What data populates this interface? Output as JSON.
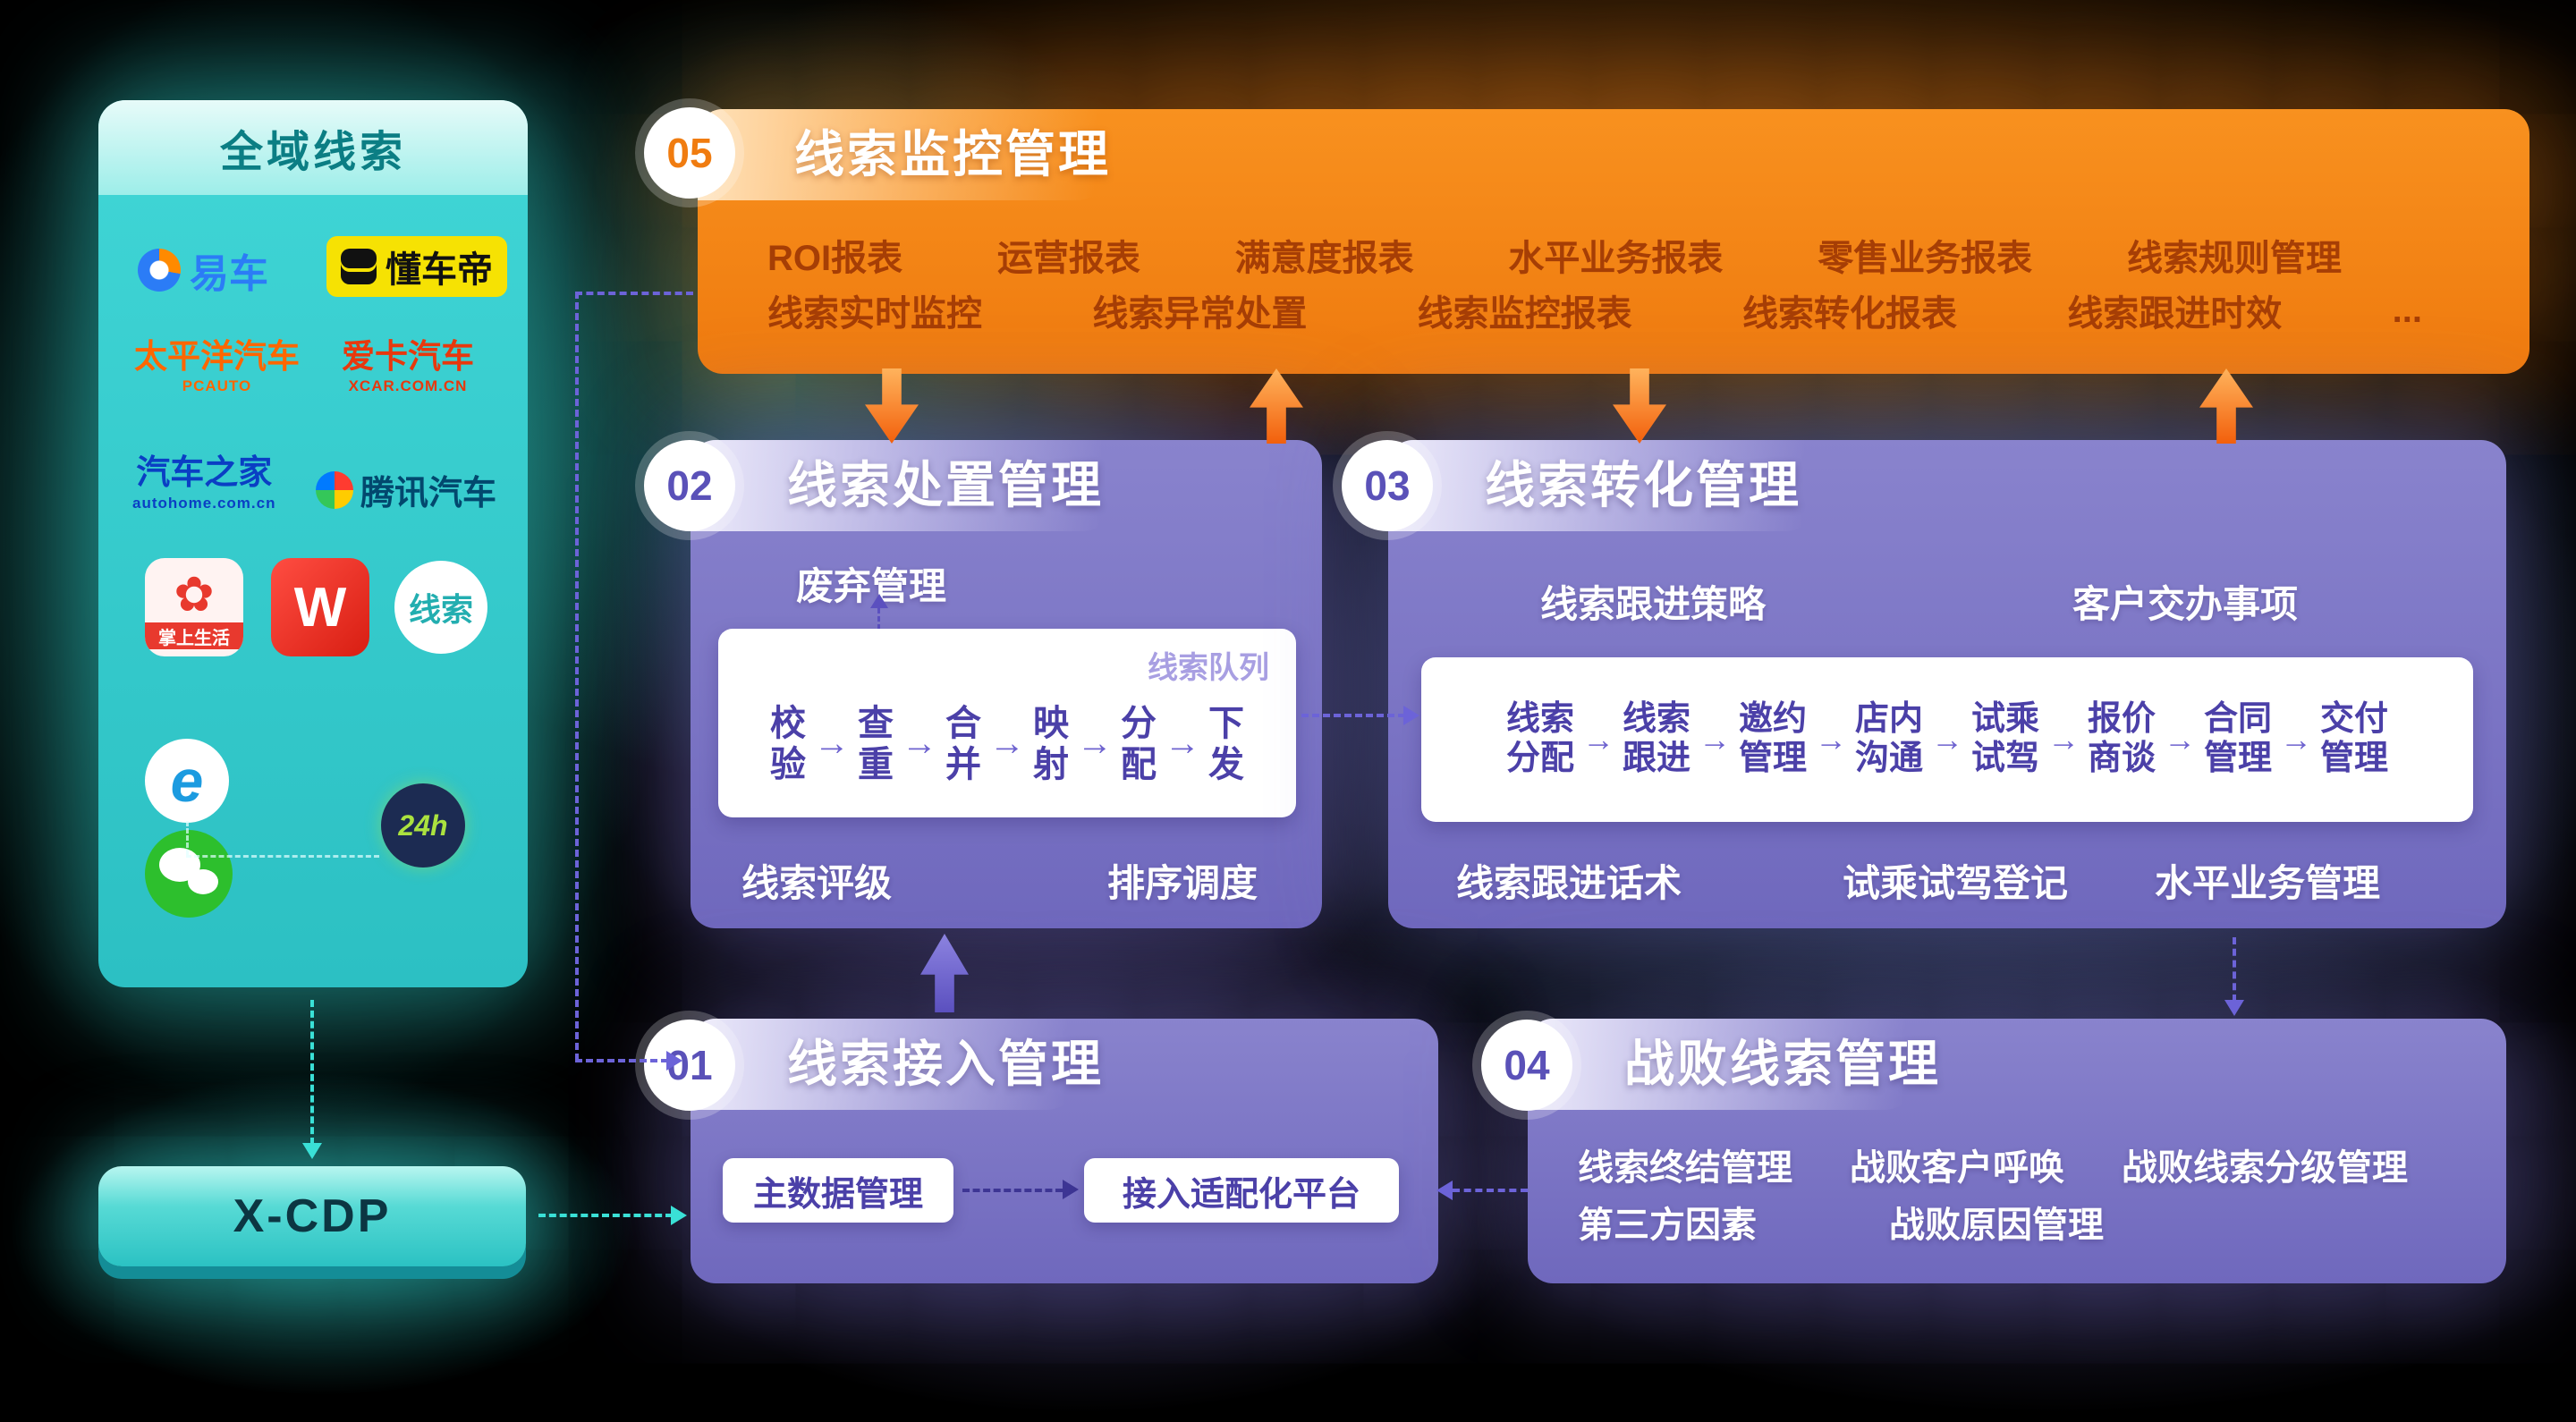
{
  "icons": {
    "arrow_right": "→",
    "flower": "✿"
  },
  "sources": {
    "title": "全域线索",
    "xcdp": "X-CDP",
    "logos": {
      "yiche": "易车",
      "dongchedi": "懂车帝",
      "pcauto": "太平洋汽车",
      "pcauto_sub": "PCAUTO",
      "xcar": "爱卡汽车",
      "xcar_sub": "XCAR.COM.CN",
      "autohome": "汽车之家",
      "autohome_sub": "autohome.com.cn",
      "tencent": "腾讯汽车",
      "zssh": "掌上生活",
      "w_app": "W",
      "clue": "线索",
      "ie": "e",
      "h24": "24h"
    }
  },
  "module05": {
    "number": "05",
    "title": "线索监控管理",
    "row1": [
      "ROI报表",
      "运营报表",
      "满意度报表",
      "水平业务报表",
      "零售业务报表",
      "线索规则管理"
    ],
    "row2": [
      "线索实时监控",
      "线索异常处置",
      "线索监控报表",
      "线索转化报表",
      "线索跟进时效",
      "..."
    ]
  },
  "module02": {
    "number": "02",
    "title": "线索处置管理",
    "abandon_label": "废弃管理",
    "queue_label": "线索队列",
    "steps": [
      "校\n验",
      "查\n重",
      "合\n并",
      "映\n射",
      "分\n配",
      "下\n发"
    ],
    "bottom_left": "线索评级",
    "bottom_right": "排序调度"
  },
  "module03": {
    "number": "03",
    "title": "线索转化管理",
    "top_left": "线索跟进策略",
    "top_right": "客户交办事项",
    "steps": [
      "线索\n分配",
      "线索\n跟进",
      "邀约\n管理",
      "店内\n沟通",
      "试乘\n试驾",
      "报价\n商谈",
      "合同\n管理",
      "交付\n管理"
    ],
    "bottom": [
      "线索跟进话术",
      "试乘试驾登记",
      "水平业务管理"
    ]
  },
  "module01": {
    "number": "01",
    "title": "线索接入管理",
    "box_left": "主数据管理",
    "box_right": "接入适配化平台"
  },
  "module04": {
    "number": "04",
    "title": "战败线索管理",
    "row1": [
      "线索终结管理",
      "战败客户呼唤",
      "战败线索分级管理"
    ],
    "row2": [
      "第三方因素",
      "战败原因管理"
    ]
  },
  "colors": {
    "teal": "#2cc0c3",
    "orange": "#f6861b",
    "purple": "#7b74c4",
    "monitor_item_text": "#a63e05",
    "process_text": "#4b40a8"
  }
}
